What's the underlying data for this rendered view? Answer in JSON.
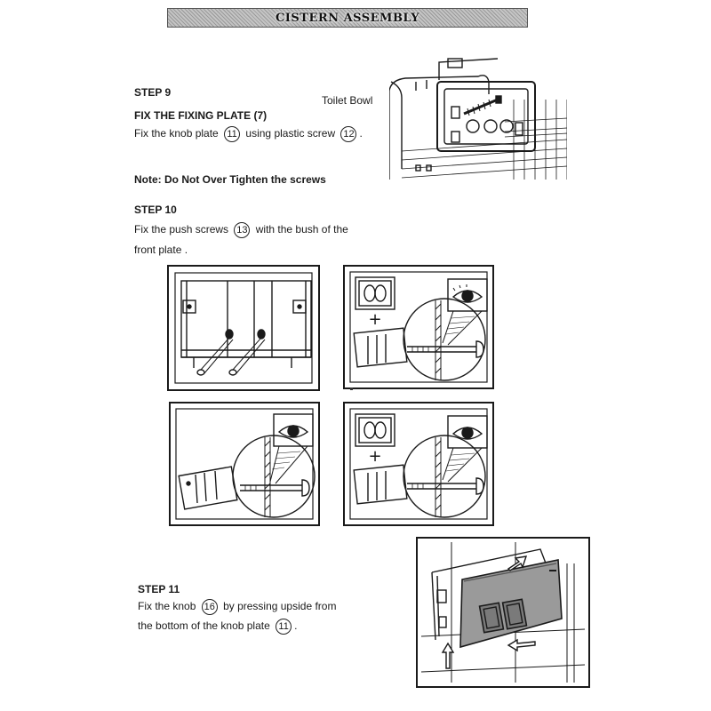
{
  "header": {
    "title": "CISTERN ASSEMBLY"
  },
  "step9": {
    "title": "STEP 9",
    "subtitle": "FIX THE FIXING PLATE (7)",
    "text_a": "Fix the knob plate",
    "num_a": "11",
    "text_b": "using plastic screw",
    "num_b": "12",
    "text_c": ".",
    "note": "Note: Do Not Over Tighten the screws",
    "figure_label": "Toilet Bowl"
  },
  "step10": {
    "title": "STEP 10",
    "line1_a": "Fix the push screws",
    "num": "13",
    "line1_b": "with the bush of the",
    "line2": "front plate ."
  },
  "step11": {
    "title": "STEP 11",
    "line1_a": "Fix the knob",
    "num_a": "16",
    "line1_b": "by pressing upside from",
    "line2_a": "the bottom of the knob plate",
    "num_b": "11",
    "line2_b": "."
  }
}
